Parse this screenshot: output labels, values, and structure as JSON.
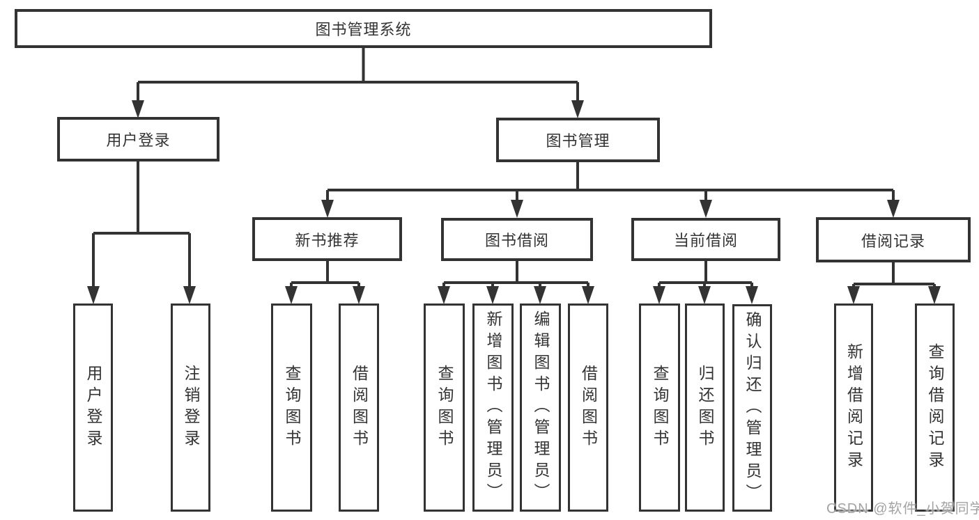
{
  "tree": {
    "label": "图书管理系统",
    "children": [
      {
        "label": "用户登录",
        "children": [
          {
            "label": "用户登录"
          },
          {
            "label": "注销登录"
          }
        ]
      },
      {
        "label": "图书管理",
        "children": [
          {
            "label": "新书推荐",
            "children": [
              {
                "label": "查询图书"
              },
              {
                "label": "借阅图书"
              }
            ]
          },
          {
            "label": "图书借阅",
            "children": [
              {
                "label": "查询图书"
              },
              {
                "label": "新增图书（管理员）"
              },
              {
                "label": "编辑图书（管理员）"
              },
              {
                "label": "借阅图书"
              }
            ]
          },
          {
            "label": "当前借阅",
            "children": [
              {
                "label": "查询图书"
              },
              {
                "label": "归还图书"
              },
              {
                "label": "确认归还（管理员）"
              }
            ]
          },
          {
            "label": "借阅记录",
            "children": [
              {
                "label": "新增借阅记录"
              },
              {
                "label": "查询借阅记录"
              }
            ]
          }
        ]
      }
    ]
  },
  "watermark": {
    "text": "CSDN @软件_小贺同学"
  },
  "colors": {
    "line": "#333333",
    "box_border": "#333333",
    "text": "#333333",
    "background": "#ffffff",
    "watermark": "#9e9e9e"
  }
}
